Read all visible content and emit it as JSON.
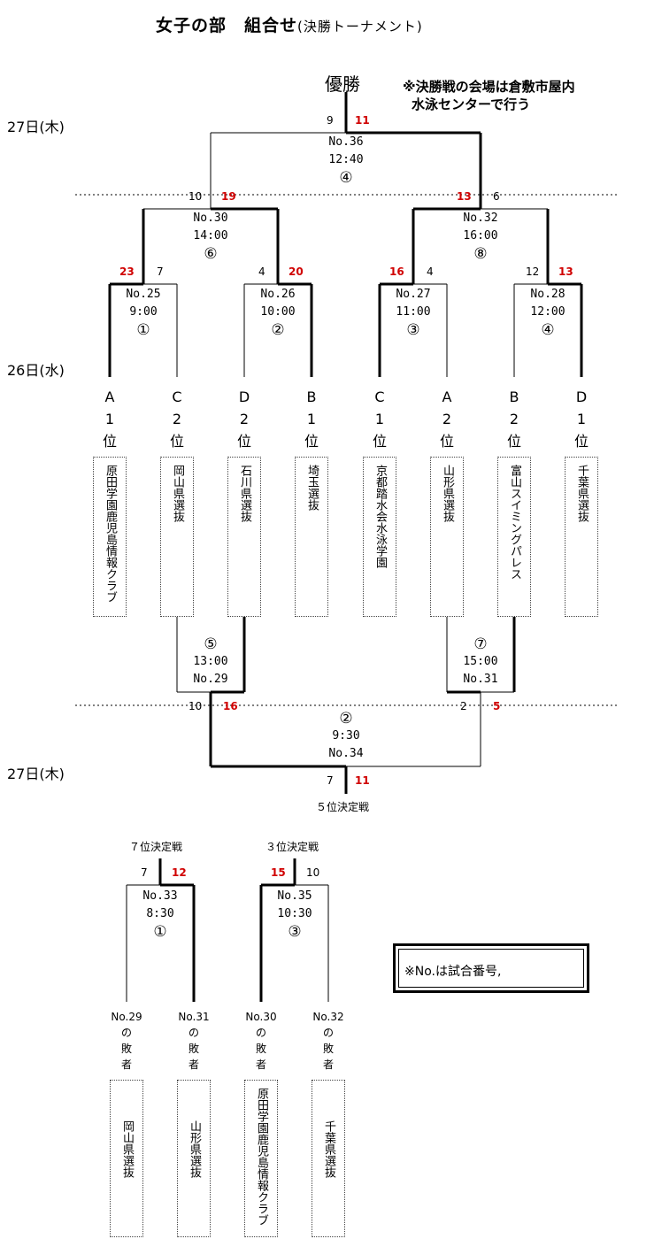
{
  "title": {
    "main": "女子の部　組合せ",
    "sub": "(決勝トーナメント)"
  },
  "champion_label": "優勝",
  "note_lines": [
    "※決勝戦の会場は倉敷市屋内",
    "水泳センターで行う"
  ],
  "day_labels": {
    "day27": "27日(木)",
    "day26": "26日(水)"
  },
  "final": {
    "no": "No.36",
    "time": "12:40",
    "court": "④",
    "score_left": "9",
    "score_right": "11"
  },
  "semis": [
    {
      "no": "No.30",
      "time": "14:00",
      "court": "⑥",
      "score_left": "10",
      "score_right": "19"
    },
    {
      "no": "No.32",
      "time": "16:00",
      "court": "⑧",
      "score_left": "13",
      "score_right": "6"
    }
  ],
  "quarters": [
    {
      "no": "No.25",
      "time": "9:00",
      "court": "①",
      "score_left": "23",
      "score_right": "7"
    },
    {
      "no": "No.26",
      "time": "10:00",
      "court": "②",
      "score_left": "4",
      "score_right": "20"
    },
    {
      "no": "No.27",
      "time": "11:00",
      "court": "③",
      "score_left": "16",
      "score_right": "4"
    },
    {
      "no": "No.28",
      "time": "12:00",
      "court": "④",
      "score_left": "12",
      "score_right": "13"
    }
  ],
  "seeds": [
    {
      "group": "A",
      "rank": "1",
      "pos": "位",
      "team": "原田学園鹿児島情報クラブ"
    },
    {
      "group": "C",
      "rank": "2",
      "pos": "位",
      "team": "岡山県選抜"
    },
    {
      "group": "D",
      "rank": "2",
      "pos": "位",
      "team": "石川県選抜"
    },
    {
      "group": "B",
      "rank": "1",
      "pos": "位",
      "team": "埼玉選抜"
    },
    {
      "group": "C",
      "rank": "1",
      "pos": "位",
      "team": "京都踏水会水泳学園"
    },
    {
      "group": "A",
      "rank": "2",
      "pos": "位",
      "team": "山形県選抜"
    },
    {
      "group": "B",
      "rank": "2",
      "pos": "位",
      "team": "富山スイミングパレス"
    },
    {
      "group": "D",
      "rank": "1",
      "pos": "位",
      "team": "千葉県選抜"
    }
  ],
  "consolation_semis": [
    {
      "no": "No.29",
      "time": "13:00",
      "court": "⑤"
    },
    {
      "no": "No.31",
      "time": "15:00",
      "court": "⑦"
    }
  ],
  "fifth": {
    "no": "No.34",
    "time": "9:30",
    "court": "②",
    "score_a": "10",
    "score_b": "16",
    "score_c": "2",
    "score_d": "5",
    "score_left": "7",
    "score_right": "11",
    "label": "５位決定戦"
  },
  "seventh": {
    "label": "７位決定戦",
    "no": "No.33",
    "time": "8:30",
    "court": "①",
    "score_left": "7",
    "score_right": "12"
  },
  "third": {
    "label": "３位決定戦",
    "no": "No.35",
    "time": "10:30",
    "court": "③",
    "score_left": "15",
    "score_right": "10"
  },
  "losers": [
    {
      "from": "No.29",
      "l1": "の",
      "l2": "敗",
      "l3": "者",
      "team": "岡山県選抜"
    },
    {
      "from": "No.31",
      "l1": "の",
      "l2": "敗",
      "l3": "者",
      "team": "山形県選抜"
    },
    {
      "from": "No.30",
      "l1": "の",
      "l2": "敗",
      "l3": "者",
      "team": "原田学園鹿児島情報クラブ"
    },
    {
      "from": "No.32",
      "l1": "の",
      "l2": "敗",
      "l3": "者",
      "team": "千葉県選抜"
    }
  ],
  "legend": "※No.は試合番号,"
}
